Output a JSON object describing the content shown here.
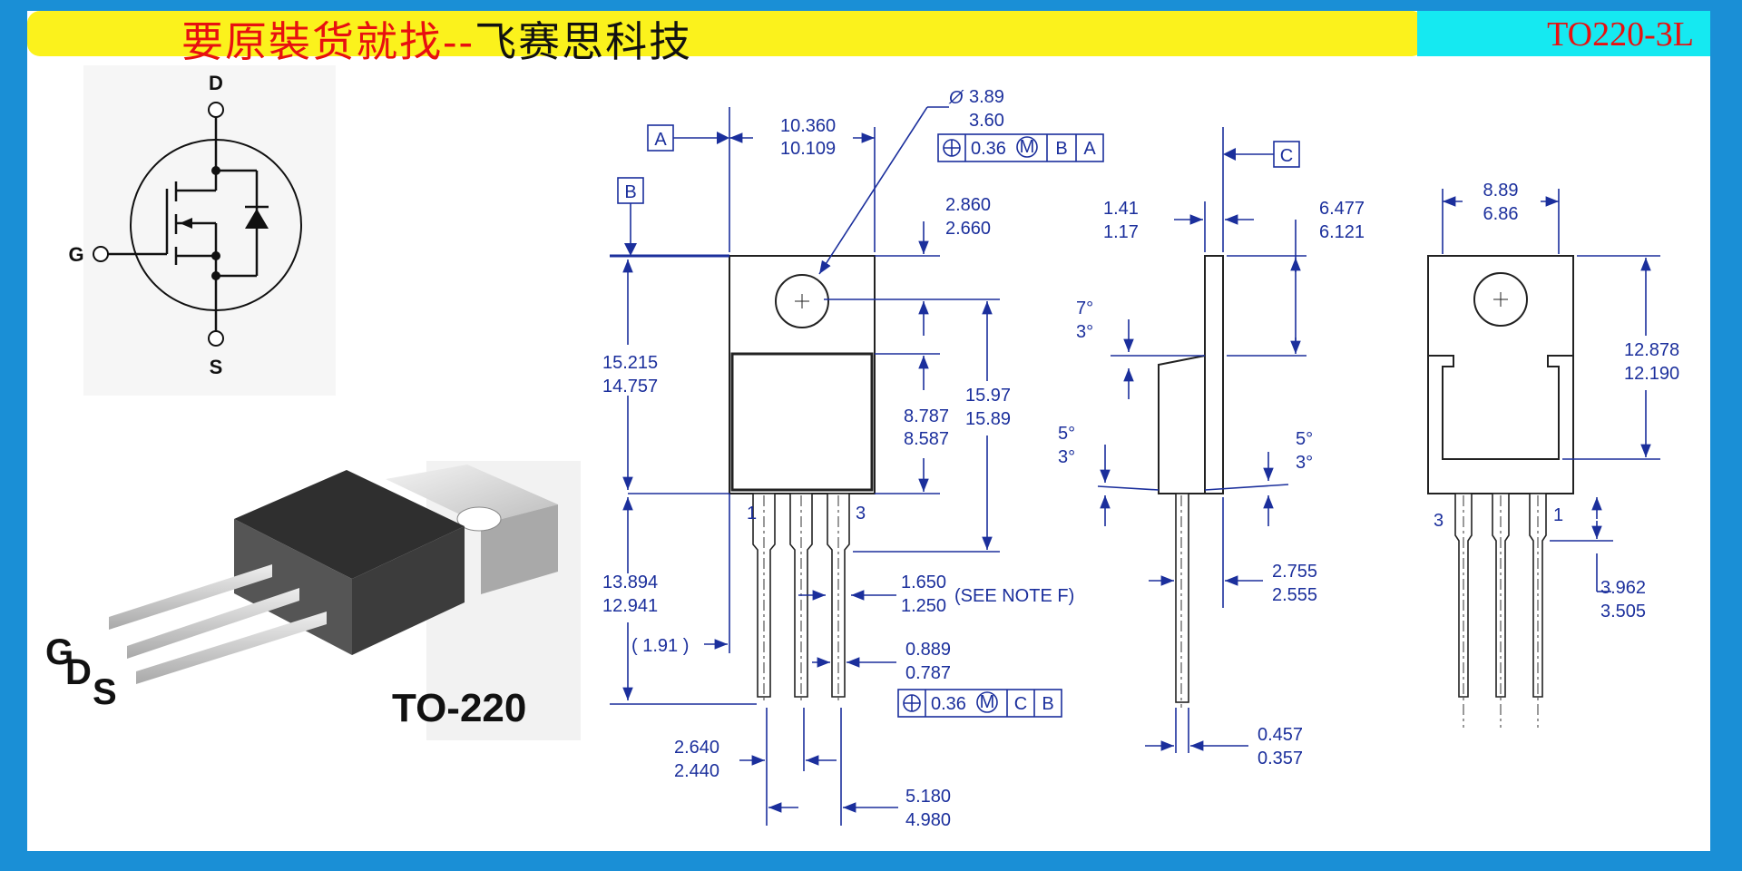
{
  "banner": {
    "title": "要原裝货就找",
    "dashes": "--",
    "company": "飞赛思科技"
  },
  "package_tag": "TO220-3L",
  "schematic": {
    "drain": "D",
    "gate": "G",
    "source": "S"
  },
  "photo": {
    "pin_g": "G",
    "pin_d": "D",
    "pin_s": "S",
    "package_name": "TO-220"
  },
  "datums": [
    "A",
    "B",
    "C"
  ],
  "front_view": {
    "hole_dia_max": "3.89",
    "hole_dia_min": "3.60",
    "width_max": "10.360",
    "width_min": "10.109",
    "tab_top_max": "2.860",
    "tab_top_min": "2.660",
    "body_height_max": "15.215",
    "body_height_min": "14.757",
    "body_lower_max": "8.787",
    "body_lower_min": "8.587",
    "hole_to_lead_max": "15.97",
    "hole_to_lead_min": "15.89",
    "lead_length_max": "13.894",
    "lead_length_min": "12.941",
    "lead_ref": "( 1.91 )",
    "lead_width_max": "1.650",
    "lead_width_min": "1.250",
    "lead_width_note": "(SEE NOTE F)",
    "lead_thin_max": "0.889",
    "lead_thin_min": "0.787",
    "pitch_max": "2.640",
    "pitch_min": "2.440",
    "span_max": "5.180",
    "span_min": "4.980",
    "pin1": "1",
    "pin3": "3",
    "fcf_top": {
      "tol": "0.36",
      "mod": "M",
      "d1": "B",
      "d2": "A"
    },
    "fcf_bottom": {
      "tol": "0.36",
      "mod": "M",
      "d1": "C",
      "d2": "B"
    }
  },
  "side_view": {
    "tab_thk_max": "1.41",
    "tab_thk_min": "1.17",
    "tab_h_max": "6.477",
    "tab_h_min": "6.121",
    "draft_top_max": "7°",
    "draft_top_min": "3°",
    "draft_left_max": "5°",
    "draft_left_min": "3°",
    "draft_right_max": "5°",
    "draft_right_min": "3°",
    "lead_offset_max": "2.755",
    "lead_offset_min": "2.555",
    "lead_thk_max": "0.457",
    "lead_thk_min": "0.357"
  },
  "back_view": {
    "width_max": "8.89",
    "width_min": "6.86",
    "height_max": "12.878",
    "height_min": "12.190",
    "standoff_max": "3.962",
    "standoff_min": "3.505",
    "pin1": "1",
    "pin3": "3"
  }
}
